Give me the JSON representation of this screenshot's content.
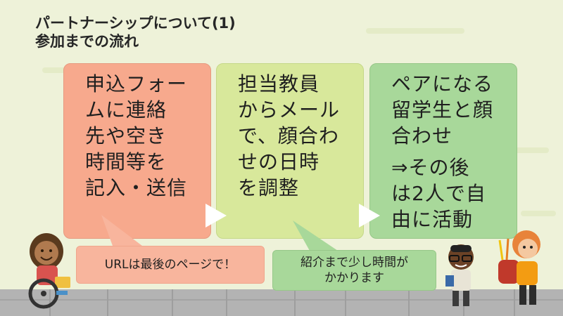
{
  "slide": {
    "title_line1": "パートナーシップについて(1)",
    "title_line2": "参加までの流れ"
  },
  "steps": [
    {
      "lines": [
        "申込フォー",
        "ムに連絡",
        "先や空き",
        "時間等を",
        "記入・送信"
      ]
    },
    {
      "lines": [
        "担当教員",
        "からメール",
        "で、顔合わ",
        "せの日時",
        "を調整"
      ]
    },
    {
      "lines": [
        "ペアになる",
        "留学生と顔",
        "合わせ"
      ],
      "lines_after": [
        "⇒その後",
        "は2人で自",
        "由に活動"
      ]
    }
  ],
  "callouts": {
    "first": "URLは最後のページで！",
    "second_line1": "紹介まで少し時間が",
    "second_line2": "かかります"
  },
  "colors": {
    "step1": "#f7a98d",
    "step2": "#d8e89b",
    "step3": "#a8d89a",
    "callout1": "#f8b59d",
    "callout2": "#a8d89a",
    "background": "#eef2d9"
  },
  "icons": [
    "wheelchair-kid-illustration",
    "kid-with-glasses-illustration",
    "kid-with-backpack-illustration"
  ]
}
